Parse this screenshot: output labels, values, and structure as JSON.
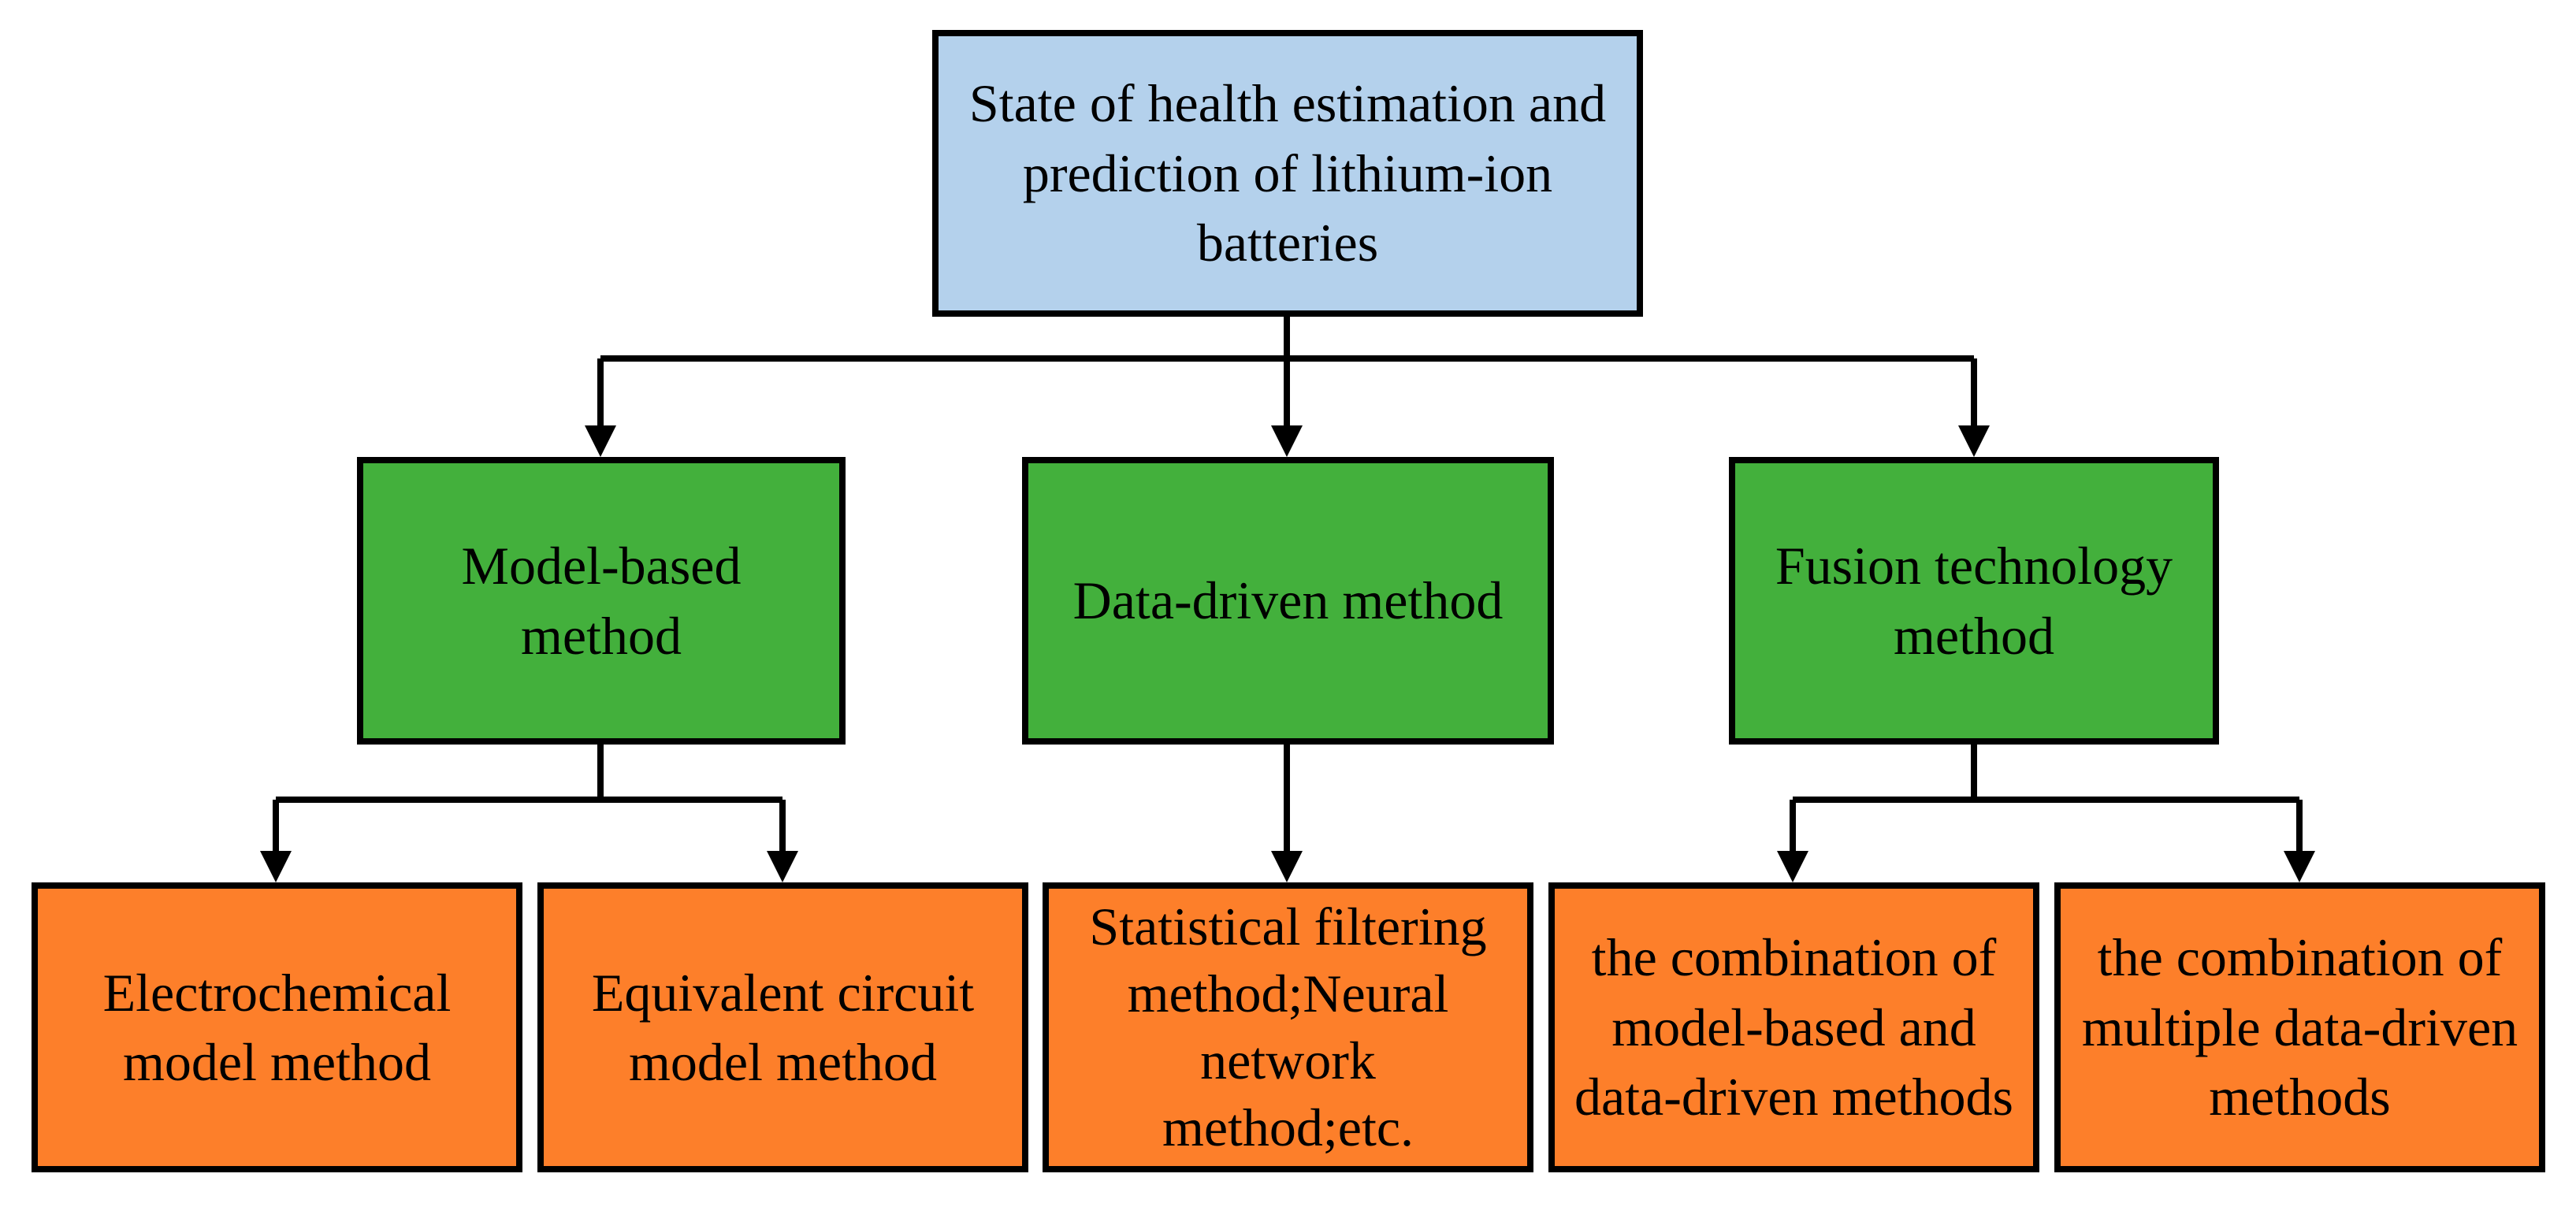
{
  "colors": {
    "root_fill": "#b4d1ec",
    "method_fill": "#43b03c",
    "leaf_fill": "#fd7f2a",
    "line": "#000000"
  },
  "root": {
    "label": "State of health estimation and prediction of lithium-ion batteries"
  },
  "methods": [
    {
      "label": "Model-based method",
      "children": [
        {
          "label": "Electrochemical model method"
        },
        {
          "label": "Equivalent circuit model method"
        }
      ]
    },
    {
      "label": "Data-driven method",
      "children": [
        {
          "label": "Statistical filtering method;Neural network method;etc."
        }
      ]
    },
    {
      "label": "Fusion technology method",
      "children": [
        {
          "label": "the combination of model-based and data-driven methods"
        },
        {
          "label": "the combination of multiple data-driven methods"
        }
      ]
    }
  ]
}
